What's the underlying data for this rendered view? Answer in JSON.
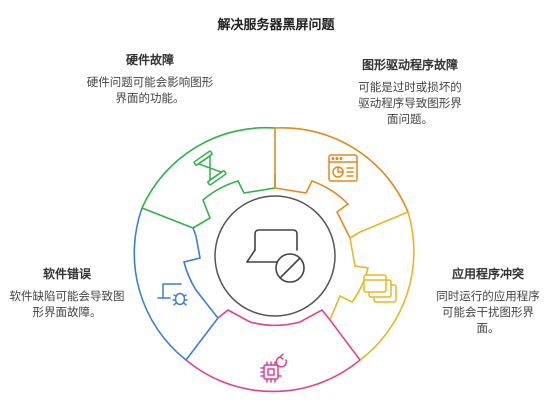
{
  "title": "解决服务器黑屏问题",
  "colors": {
    "hardware": "#2db34a",
    "driver": "#e28a1c",
    "app": "#e9b520",
    "software": "#3d7fd1",
    "bottom": "#e3418f",
    "hub": "#555555"
  },
  "center_icon": "monitor-blocked-icon",
  "segments": [
    {
      "key": "hardware",
      "title": "硬件故障",
      "body": "硬件问题可能会影响图形界面的功能。",
      "icon": "hourglass-icon"
    },
    {
      "key": "driver",
      "title": "图形驱动程序故障",
      "body": "可能是过时或损坏的驱动程序导致图形界面问题。",
      "icon": "browser-chart-icon"
    },
    {
      "key": "app",
      "title": "应用程序冲突",
      "body": "同时运行的应用程序可能会干扰图形界面。",
      "icon": "stacked-windows-icon"
    },
    {
      "key": "software",
      "title": "软件错误",
      "body": "软件缺陷可能会导致图形界面故障。",
      "icon": "laptop-bug-icon"
    },
    {
      "key": "bottom",
      "icon": "chip-refresh-icon"
    }
  ]
}
